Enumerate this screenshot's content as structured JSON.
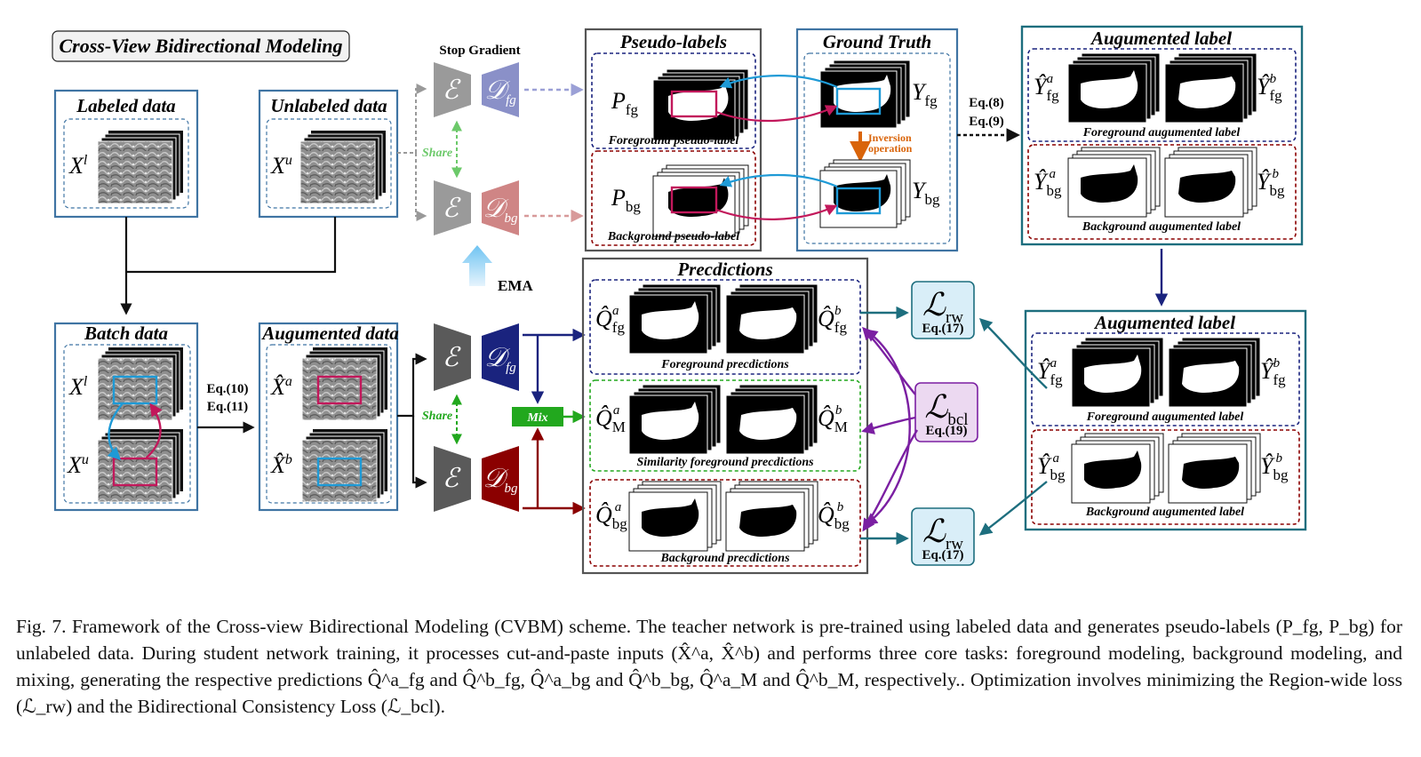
{
  "figure": {
    "title": "Cross-View Bidirectional Modeling",
    "inputs": {
      "labeled_title": "Labeled data",
      "unlabeled_title": "Unlabeled data",
      "batch_title": "Batch data",
      "augmented_title": "Augumented data",
      "x_l": "X",
      "x_l_sup": "l",
      "x_u": "X",
      "x_u_sup": "u",
      "x_a": "X̂",
      "x_a_sup": "a",
      "x_b": "X̂",
      "x_b_sup": "b",
      "eq_10": "Eq.(10)",
      "eq_11": "Eq.(11)"
    },
    "teacher": {
      "stop_gradient": "Stop Gradient",
      "share": "Share",
      "ema": "EMA",
      "encoder": "ℰ",
      "decoder_fg": "𝒟",
      "decoder_fg_sub": "fg",
      "decoder_bg": "𝒟",
      "decoder_bg_sub": "bg"
    },
    "student": {
      "share": "Share",
      "mix": "Mix",
      "encoder": "ℰ",
      "decoder_fg": "𝒟",
      "decoder_fg_sub": "fg",
      "decoder_bg": "𝒟",
      "decoder_bg_sub": "bg"
    },
    "pseudo_labels": {
      "title": "Pseudo-labels",
      "p_fg": "P",
      "p_fg_sub": "fg",
      "p_bg": "P",
      "p_bg_sub": "bg",
      "fg_caption": "Foreground pseudo-label",
      "bg_caption": "Background pseudo-label"
    },
    "ground_truth": {
      "title": "Ground Truth",
      "y_fg": "Y",
      "y_fg_sub": "fg",
      "y_bg": "Y",
      "y_bg_sub": "bg",
      "inversion_1": "Inversion",
      "inversion_2": "operation",
      "eq_8": "Eq.(8)",
      "eq_9": "Eq.(9)"
    },
    "augmented_top": {
      "title": "Augumented label",
      "fg_a": "Ŷ",
      "fg_a_sub": "fg",
      "fg_a_sup": "a",
      "fg_b": "Ŷ",
      "fg_b_sub": "fg",
      "fg_b_sup": "b",
      "bg_a": "Ŷ",
      "bg_a_sub": "bg",
      "bg_a_sup": "a",
      "bg_b": "Ŷ",
      "bg_b_sub": "bg",
      "bg_b_sup": "b",
      "fg_caption": "Foreground augumented label",
      "bg_caption": "Background augumented label"
    },
    "augmented_bottom": {
      "title": "Augumented label",
      "fg_a": "Ŷ",
      "fg_a_sub": "fg",
      "fg_a_sup": "a",
      "fg_b": "Ŷ",
      "fg_b_sub": "fg",
      "fg_b_sup": "b",
      "bg_a": "Ŷ",
      "bg_a_sub": "bg",
      "bg_a_sup": "a",
      "bg_b": "Ŷ",
      "bg_b_sub": "bg",
      "bg_b_sup": "b",
      "fg_caption": "Foreground augumented label",
      "bg_caption": "Background augumented label"
    },
    "predictions": {
      "title": "Precdictions",
      "q_fg_a": "Q̂",
      "q_fg_a_sub": "fg",
      "q_fg_a_sup": "a",
      "q_fg_b": "Q̂",
      "q_fg_b_sub": "fg",
      "q_fg_b_sup": "b",
      "q_m_a": "Q̂",
      "q_m_a_sub": "M",
      "q_m_a_sup": "a",
      "q_m_b": "Q̂",
      "q_m_b_sub": "M",
      "q_m_b_sup": "b",
      "q_bg_a": "Q̂",
      "q_bg_a_sub": "bg",
      "q_bg_a_sup": "a",
      "q_bg_b": "Q̂",
      "q_bg_b_sub": "bg",
      "q_bg_b_sup": "b",
      "fg_caption": "Foreground precdictions",
      "m_caption": "Similarity foreground precdictions",
      "bg_caption": "Background precdictions"
    },
    "losses": {
      "rw_symbol": "ℒ",
      "rw_sub": "rw",
      "rw_eq_top": "Eq.(17)",
      "rw_eq_bottom": "Eq.(17)",
      "bcl_symbol": "ℒ",
      "bcl_sub": "bcl",
      "bcl_eq": "Eq.(19)"
    },
    "colors": {
      "fg_blue": "#1a237e",
      "bg_red": "#8b0000",
      "mix_green": "#22a81e",
      "teal": "#1d6e7e",
      "purple": "#7b1fa2",
      "teacher_fg": "#8a90c8",
      "teacher_bg": "#cf8585",
      "encoder_gray": "#9a9a9a"
    }
  },
  "caption": {
    "label": "Fig. 7.",
    "text": "Framework of the Cross-view Bidirectional Modeling (CVBM) scheme. The teacher network is pre-trained using labeled data and generates pseudo-labels (P_fg, P_bg) for unlabeled data. During student network training, it processes cut-and-paste inputs (X̂^a, X̂^b) and performs three core tasks: foreground modeling, background modeling, and mixing, generating the respective predictions Q̂^a_fg and Q̂^b_fg, Q̂^a_bg and Q̂^b_bg, Q̂^a_M and Q̂^b_M, respectively.. Optimization involves minimizing the Region-wide loss (ℒ_rw) and the Bidirectional Consistency Loss (ℒ_bcl)."
  }
}
